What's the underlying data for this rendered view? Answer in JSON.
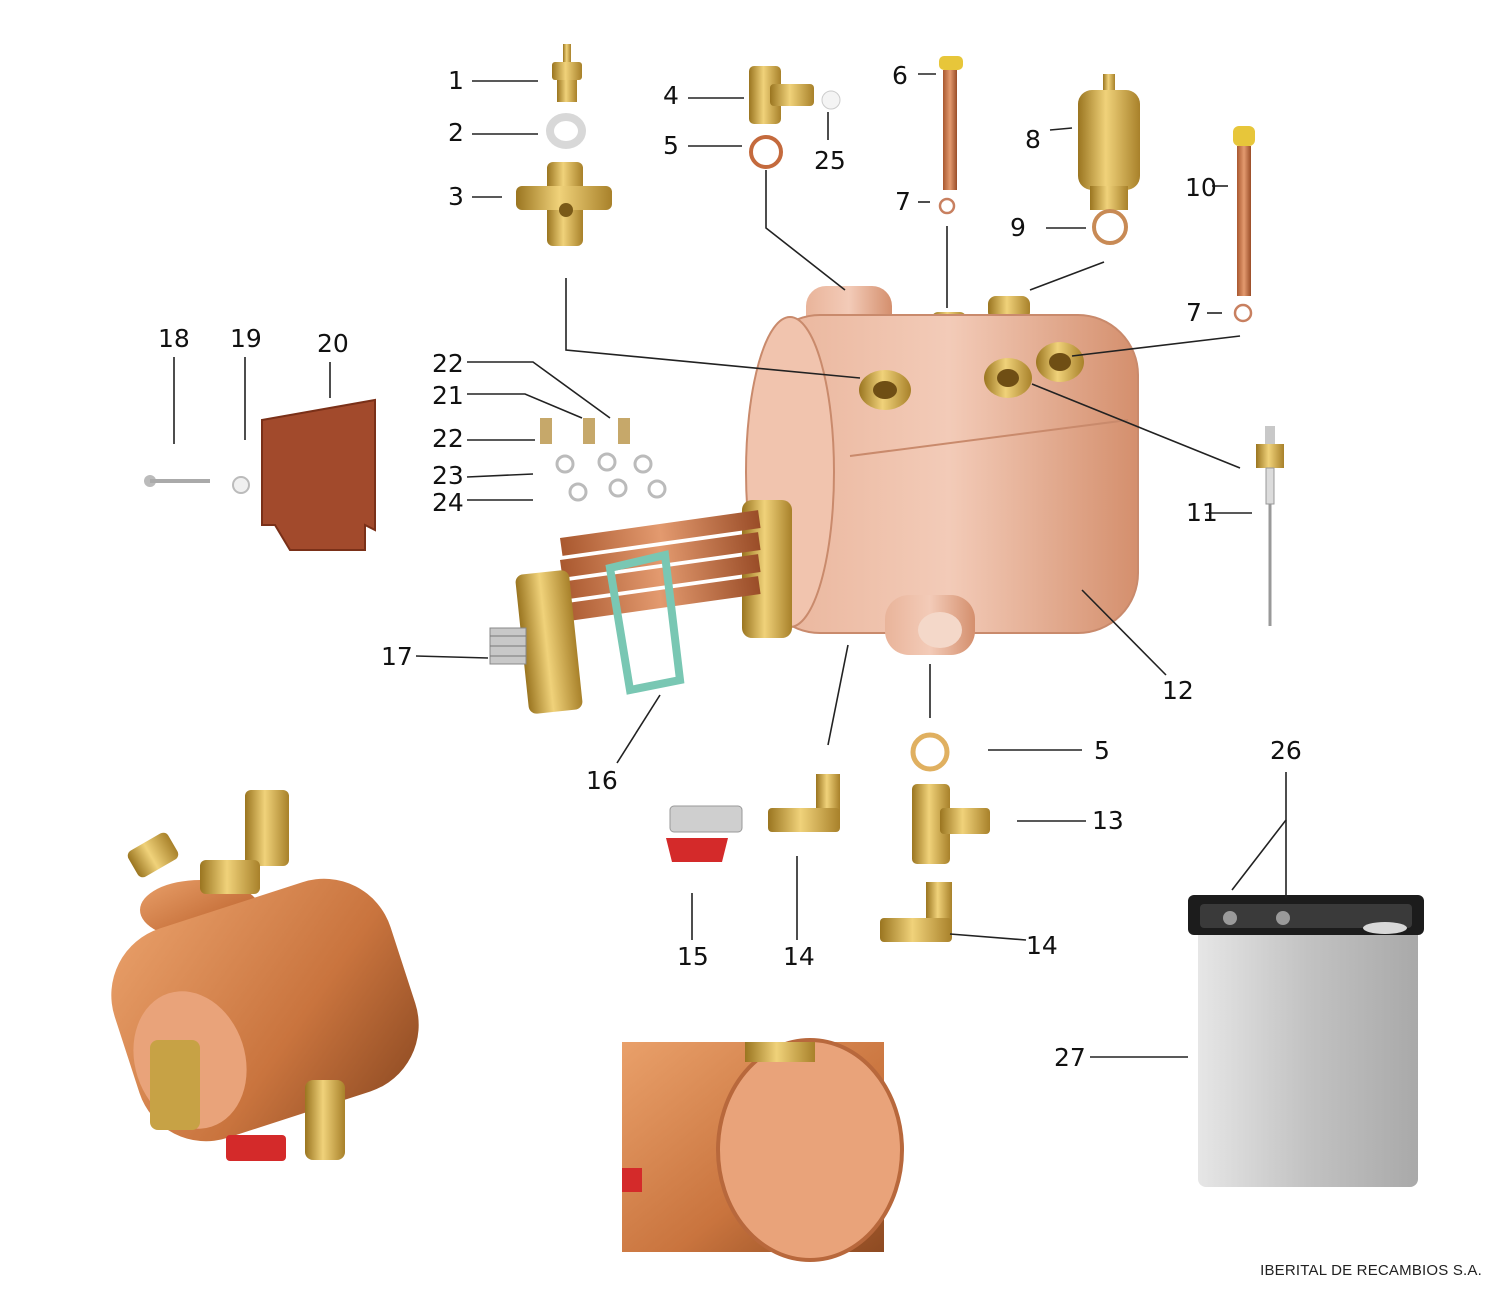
{
  "copyright": "IBERITAL DE RECAMBIOS S.A.",
  "colors": {
    "copper": "#d9926a",
    "brass": "#c9a43b",
    "gasket": "#79c7b3",
    "bracket": "#a24a2c",
    "valve_red": "#d42a2a",
    "tank": "#bcbcbc"
  },
  "labels": [
    "1",
    "2",
    "3",
    "4",
    "5",
    "25",
    "6",
    "7",
    "8",
    "9",
    "10",
    "7",
    "18",
    "19",
    "20",
    "22",
    "21",
    "22",
    "23",
    "24",
    "11",
    "17",
    "12",
    "16",
    "5",
    "26",
    "13",
    "15",
    "14",
    "14",
    "27"
  ]
}
